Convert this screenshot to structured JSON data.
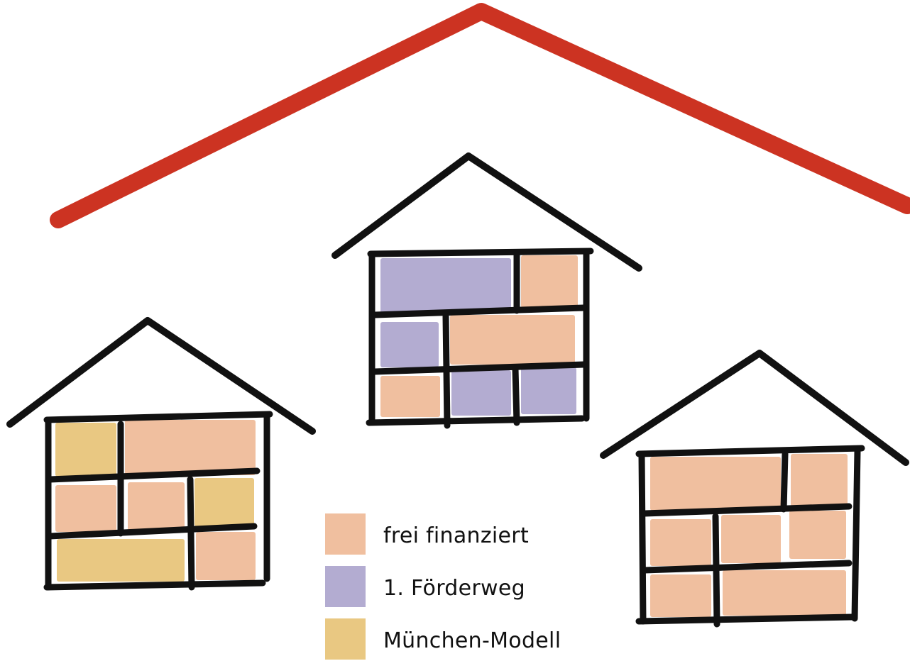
{
  "colors": {
    "roof": "#cc3322",
    "outline": "#111111",
    "frei": "#f0bf9f",
    "foerder": "#b3acd1",
    "muenchen": "#e9c882"
  },
  "legend": [
    {
      "key": "frei",
      "label": "frei finanziert"
    },
    {
      "key": "foerder",
      "label": "1. Förderweg"
    },
    {
      "key": "muenchen",
      "label": "München-Modell"
    }
  ],
  "houses": [
    {
      "name": "left",
      "units": [
        "muenchen",
        "frei",
        "frei",
        "frei",
        "muenchen",
        "muenchen",
        "frei"
      ]
    },
    {
      "name": "middle",
      "units": [
        "foerder",
        "frei",
        "foerder",
        "frei",
        "frei",
        "foerder",
        "foerder"
      ]
    },
    {
      "name": "right",
      "units": [
        "frei",
        "frei",
        "frei",
        "frei",
        "frei",
        "frei",
        "frei"
      ]
    }
  ]
}
